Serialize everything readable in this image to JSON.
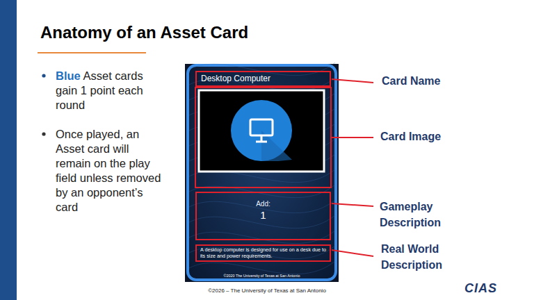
{
  "diagram": {
    "title": "Anatomy of an Asset Card",
    "nodes": [
      {
        "text": [
          "©2020 The University of Texas at San Antonio"
        ]
      },
      {
        "text": [
          "Desktop Computer"
        ],
        "in": 0
      },
      {
        "text": [
          "Add:",
          "1"
        ],
        "in": 0
      },
      {
        "text": [
          "A desktop computer is designed for use on a desk due to its size and power requirements."
        ],
        "in": 0
      }
    ],
    "labels": [
      "Blue",
      "Asset cards gain 1 point each round",
      "Once played, an Asset card will remain on the play field unless removed by an opponent’s card",
      "Card Name",
      "Card Image",
      "Gameplay Description",
      "Real World Description",
      "©2026 – The University of Texas at San Antonio",
      "CIAS"
    ]
  }
}
